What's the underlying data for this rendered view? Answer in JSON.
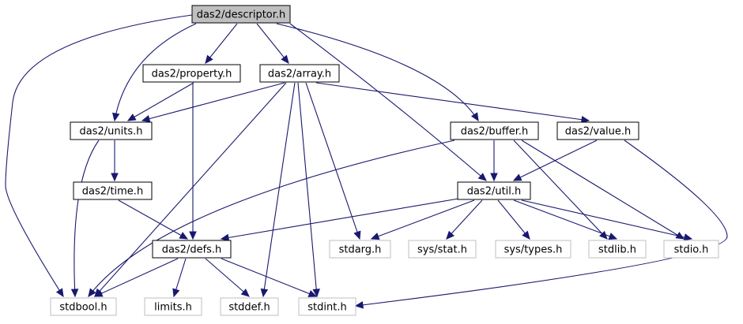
{
  "colors": {
    "edge": "#191970",
    "node_border": "#000000",
    "node_border_system": "#bfbfbf",
    "node_fill": "#ffffff",
    "root_fill": "#bfbfbf",
    "system_text": "#3f3f3f",
    "text": "#000000"
  },
  "nodes": [
    {
      "id": "descriptor",
      "label": "das2/descriptor.h",
      "kind": "root"
    },
    {
      "id": "property",
      "label": "das2/property.h",
      "kind": "local"
    },
    {
      "id": "array",
      "label": "das2/array.h",
      "kind": "local"
    },
    {
      "id": "units",
      "label": "das2/units.h",
      "kind": "local"
    },
    {
      "id": "buffer",
      "label": "das2/buffer.h",
      "kind": "local"
    },
    {
      "id": "value",
      "label": "das2/value.h",
      "kind": "local"
    },
    {
      "id": "time",
      "label": "das2/time.h",
      "kind": "local"
    },
    {
      "id": "util",
      "label": "das2/util.h",
      "kind": "local"
    },
    {
      "id": "defs",
      "label": "das2/defs.h",
      "kind": "local"
    },
    {
      "id": "stdarg",
      "label": "stdarg.h",
      "kind": "system"
    },
    {
      "id": "sysstat",
      "label": "sys/stat.h",
      "kind": "system"
    },
    {
      "id": "systypes",
      "label": "sys/types.h",
      "kind": "system"
    },
    {
      "id": "stdlib",
      "label": "stdlib.h",
      "kind": "system"
    },
    {
      "id": "stdio",
      "label": "stdio.h",
      "kind": "system"
    },
    {
      "id": "stdbool",
      "label": "stdbool.h",
      "kind": "system"
    },
    {
      "id": "limits",
      "label": "limits.h",
      "kind": "system"
    },
    {
      "id": "stddef",
      "label": "stddef.h",
      "kind": "system"
    },
    {
      "id": "stdint",
      "label": "stdint.h",
      "kind": "system"
    }
  ],
  "edges": [
    {
      "from": "descriptor",
      "to": "property"
    },
    {
      "from": "descriptor",
      "to": "array"
    },
    {
      "from": "descriptor",
      "to": "units"
    },
    {
      "from": "descriptor",
      "to": "stdbool"
    },
    {
      "from": "descriptor",
      "to": "buffer"
    },
    {
      "from": "descriptor",
      "to": "util"
    },
    {
      "from": "property",
      "to": "units"
    },
    {
      "from": "property",
      "to": "defs"
    },
    {
      "from": "array",
      "to": "units"
    },
    {
      "from": "array",
      "to": "value"
    },
    {
      "from": "array",
      "to": "stdbool"
    },
    {
      "from": "array",
      "to": "stddef"
    },
    {
      "from": "array",
      "to": "stdint"
    },
    {
      "from": "array",
      "to": "stdarg"
    },
    {
      "from": "units",
      "to": "time"
    },
    {
      "from": "units",
      "to": "stdbool"
    },
    {
      "from": "time",
      "to": "defs"
    },
    {
      "from": "buffer",
      "to": "util"
    },
    {
      "from": "buffer",
      "to": "stdbool"
    },
    {
      "from": "buffer",
      "to": "stdlib"
    },
    {
      "from": "buffer",
      "to": "stdio"
    },
    {
      "from": "value",
      "to": "util"
    },
    {
      "from": "value",
      "to": "stdint"
    },
    {
      "from": "util",
      "to": "defs"
    },
    {
      "from": "util",
      "to": "stdarg"
    },
    {
      "from": "util",
      "to": "sysstat"
    },
    {
      "from": "util",
      "to": "systypes"
    },
    {
      "from": "util",
      "to": "stdlib"
    },
    {
      "from": "util",
      "to": "stdio"
    },
    {
      "from": "defs",
      "to": "stdbool"
    },
    {
      "from": "defs",
      "to": "limits"
    },
    {
      "from": "defs",
      "to": "stddef"
    },
    {
      "from": "defs",
      "to": "stdint"
    }
  ]
}
